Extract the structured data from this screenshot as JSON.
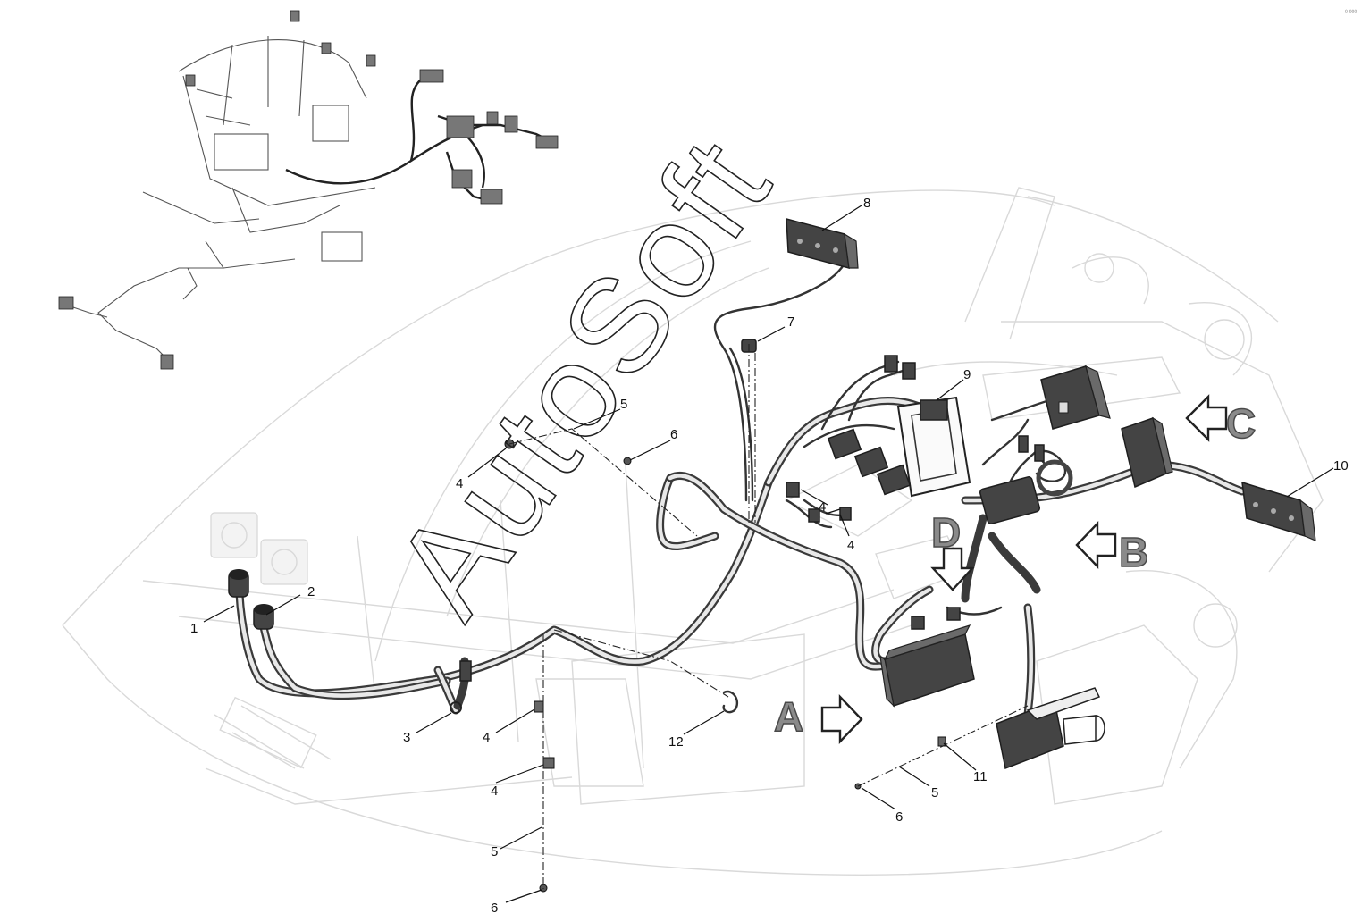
{
  "watermark": "AutoSoft",
  "corner_code": "⁰ ⁰⁰⁰",
  "view_labels": {
    "a": "A",
    "b": "B",
    "c": "C",
    "d": "D"
  },
  "callouts": {
    "c1": "1",
    "c2": "2",
    "c3": "3",
    "c4a": "4",
    "c4b": "4",
    "c4c": "4",
    "c4d": "4",
    "c4e": "4",
    "c5a": "5",
    "c5b": "5",
    "c5c": "5",
    "c6a": "6",
    "c6b": "6",
    "c6c": "6",
    "c7": "7",
    "c8": "8",
    "c9": "9",
    "c10": "10",
    "c11": "11",
    "c12": "12"
  },
  "colors": {
    "harness": "#3a3a3a",
    "ghost_machine": "#d9d9d9",
    "view_letter": "#8a8a8a"
  }
}
